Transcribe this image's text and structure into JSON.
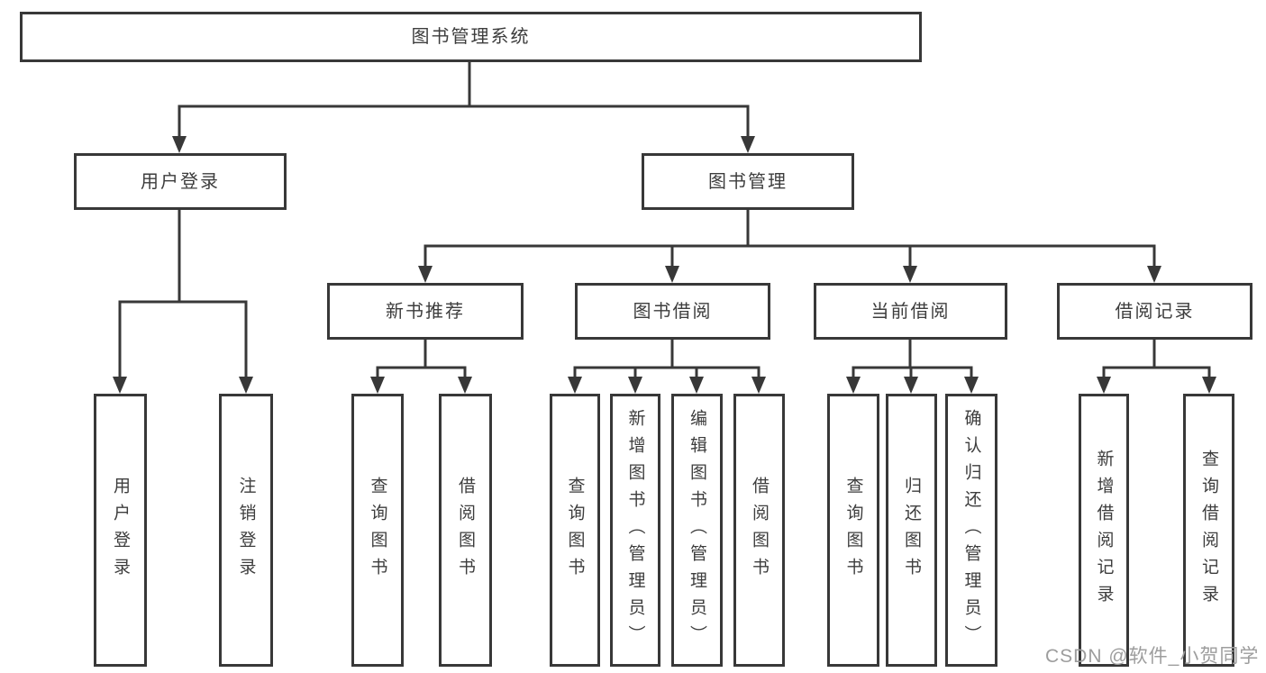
{
  "tree": {
    "label": "图书管理系统",
    "children": [
      {
        "label": "用户登录",
        "children": [
          {
            "label": "用户登录"
          },
          {
            "label": "注销登录"
          }
        ]
      },
      {
        "label": "图书管理",
        "children": [
          {
            "label": "新书推荐",
            "children": [
              {
                "label": "查询图书"
              },
              {
                "label": "借阅图书"
              }
            ]
          },
          {
            "label": "图书借阅",
            "children": [
              {
                "label": "查询图书"
              },
              {
                "label": "新增图书（管理员）"
              },
              {
                "label": "编辑图书（管理员）"
              },
              {
                "label": "借阅图书"
              }
            ]
          },
          {
            "label": "当前借阅",
            "children": [
              {
                "label": "查询图书"
              },
              {
                "label": "归还图书"
              },
              {
                "label": "确认归还（管理员）"
              }
            ]
          },
          {
            "label": "借阅记录",
            "children": [
              {
                "label": "新增借阅记录"
              },
              {
                "label": "查询借阅记录"
              }
            ]
          }
        ]
      }
    ]
  },
  "watermark": {
    "text": "CSDN @软件_小贺同学"
  },
  "colors": {
    "line": "#383838",
    "box_border": "#383838",
    "text": "#3d3d3d",
    "watermark": "#9d9d9d",
    "background": "#ffffff"
  }
}
